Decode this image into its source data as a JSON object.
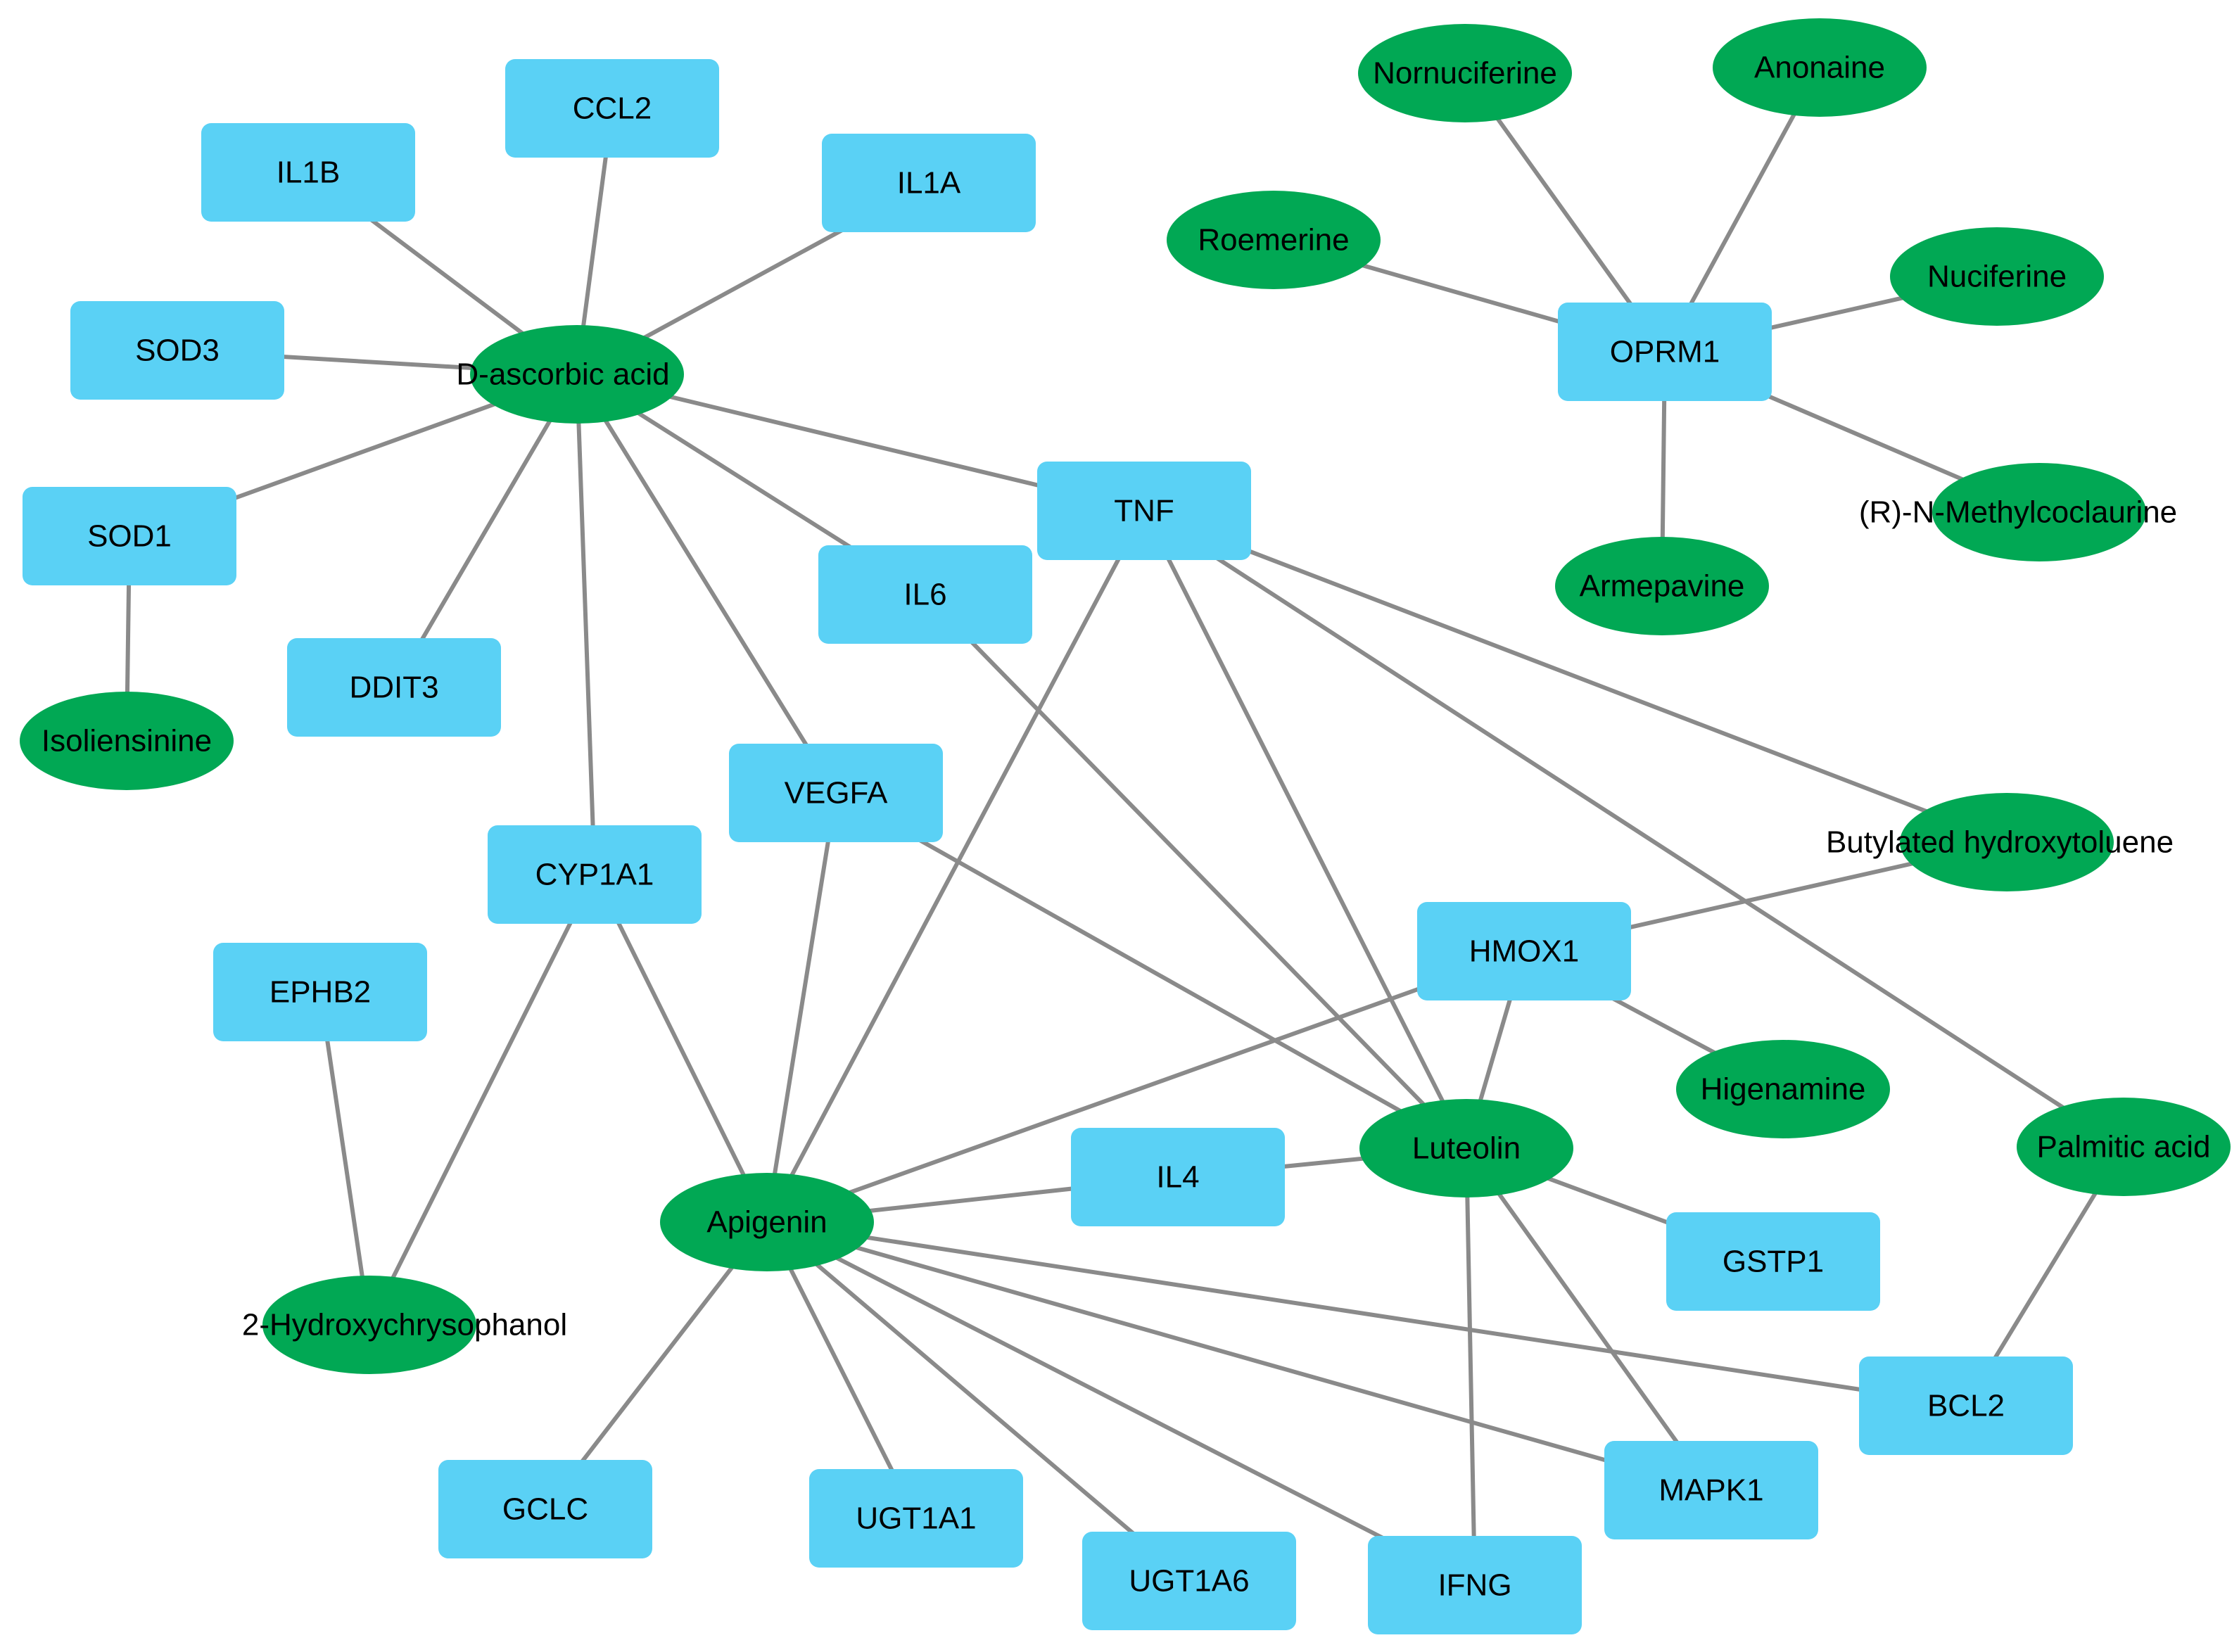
{
  "colors": {
    "target": "#5ad1f5",
    "compound": "#01a854",
    "edge": "#8a8a8a",
    "label": "#000000",
    "background": "#ffffff"
  },
  "nodes": [
    {
      "id": "ccl2",
      "label": "CCL2",
      "kind": "target"
    },
    {
      "id": "il1b",
      "label": "IL1B",
      "kind": "target"
    },
    {
      "id": "il1a",
      "label": "IL1A",
      "kind": "target"
    },
    {
      "id": "sod3",
      "label": "SOD3",
      "kind": "target"
    },
    {
      "id": "sod1",
      "label": "SOD1",
      "kind": "target"
    },
    {
      "id": "tnf",
      "label": "TNF",
      "kind": "target"
    },
    {
      "id": "il6",
      "label": "IL6",
      "kind": "target"
    },
    {
      "id": "ddit3",
      "label": "DDIT3",
      "kind": "target"
    },
    {
      "id": "vegfa",
      "label": "VEGFA",
      "kind": "target"
    },
    {
      "id": "cyp1a1",
      "label": "CYP1A1",
      "kind": "target"
    },
    {
      "id": "ephb2",
      "label": "EPHB2",
      "kind": "target"
    },
    {
      "id": "hmox1",
      "label": "HMOX1",
      "kind": "target"
    },
    {
      "id": "il4",
      "label": "IL4",
      "kind": "target"
    },
    {
      "id": "gstp1",
      "label": "GSTP1",
      "kind": "target"
    },
    {
      "id": "bcl2",
      "label": "BCL2",
      "kind": "target"
    },
    {
      "id": "mapk1",
      "label": "MAPK1",
      "kind": "target"
    },
    {
      "id": "gclc",
      "label": "GCLC",
      "kind": "target"
    },
    {
      "id": "ugt1a1",
      "label": "UGT1A1",
      "kind": "target"
    },
    {
      "id": "ugt1a6",
      "label": "UGT1A6",
      "kind": "target"
    },
    {
      "id": "ifng",
      "label": "IFNG",
      "kind": "target"
    },
    {
      "id": "oprm1",
      "label": "OPRM1",
      "kind": "target"
    },
    {
      "id": "dasc",
      "label": "D-ascorbic acid",
      "kind": "compound"
    },
    {
      "id": "isoli",
      "label": "Isoliensinine",
      "kind": "compound"
    },
    {
      "id": "hydroxy",
      "label": "2-Hydroxychrysophanol",
      "kind": "compound"
    },
    {
      "id": "apigenin",
      "label": "Apigenin",
      "kind": "compound"
    },
    {
      "id": "luteolin",
      "label": "Luteolin",
      "kind": "compound"
    },
    {
      "id": "higen",
      "label": "Higenamine",
      "kind": "compound"
    },
    {
      "id": "palmitic",
      "label": "Palmitic acid",
      "kind": "compound"
    },
    {
      "id": "bht",
      "label": "Butylated hydroxytoluene",
      "kind": "compound"
    },
    {
      "id": "nornuc",
      "label": "Nornuciferine",
      "kind": "compound"
    },
    {
      "id": "anonaine",
      "label": "Anonaine",
      "kind": "compound"
    },
    {
      "id": "roemerine",
      "label": "Roemerine",
      "kind": "compound"
    },
    {
      "id": "nuciferine",
      "label": "Nuciferine",
      "kind": "compound"
    },
    {
      "id": "rnmethyl",
      "label": "(R)-N-Methylcoclaurine",
      "kind": "compound"
    },
    {
      "id": "armepavine",
      "label": "Armepavine",
      "kind": "compound"
    }
  ],
  "edges": [
    [
      "dasc",
      "ccl2"
    ],
    [
      "dasc",
      "il1b"
    ],
    [
      "dasc",
      "il1a"
    ],
    [
      "dasc",
      "sod3"
    ],
    [
      "dasc",
      "sod1"
    ],
    [
      "dasc",
      "ddit3"
    ],
    [
      "dasc",
      "cyp1a1"
    ],
    [
      "dasc",
      "vegfa"
    ],
    [
      "dasc",
      "il6"
    ],
    [
      "dasc",
      "tnf"
    ],
    [
      "sod1",
      "isoli"
    ],
    [
      "cyp1a1",
      "hydroxy"
    ],
    [
      "ephb2",
      "hydroxy"
    ],
    [
      "cyp1a1",
      "apigenin"
    ],
    [
      "vegfa",
      "apigenin"
    ],
    [
      "tnf",
      "apigenin"
    ],
    [
      "hmox1",
      "apigenin"
    ],
    [
      "il4",
      "apigenin"
    ],
    [
      "apigenin",
      "gclc"
    ],
    [
      "apigenin",
      "ugt1a1"
    ],
    [
      "apigenin",
      "ugt1a6"
    ],
    [
      "apigenin",
      "ifng"
    ],
    [
      "apigenin",
      "mapk1"
    ],
    [
      "apigenin",
      "bcl2"
    ],
    [
      "il6",
      "luteolin"
    ],
    [
      "vegfa",
      "luteolin"
    ],
    [
      "tnf",
      "luteolin"
    ],
    [
      "hmox1",
      "luteolin"
    ],
    [
      "il4",
      "luteolin"
    ],
    [
      "luteolin",
      "gstp1"
    ],
    [
      "luteolin",
      "ifng"
    ],
    [
      "luteolin",
      "mapk1"
    ],
    [
      "tnf",
      "bht"
    ],
    [
      "tnf",
      "palmitic"
    ],
    [
      "hmox1",
      "bht"
    ],
    [
      "hmox1",
      "higen"
    ],
    [
      "palmitic",
      "bcl2"
    ],
    [
      "oprm1",
      "nornuc"
    ],
    [
      "oprm1",
      "anonaine"
    ],
    [
      "oprm1",
      "roemerine"
    ],
    [
      "oprm1",
      "nuciferine"
    ],
    [
      "oprm1",
      "rnmethyl"
    ],
    [
      "oprm1",
      "armepavine"
    ]
  ]
}
